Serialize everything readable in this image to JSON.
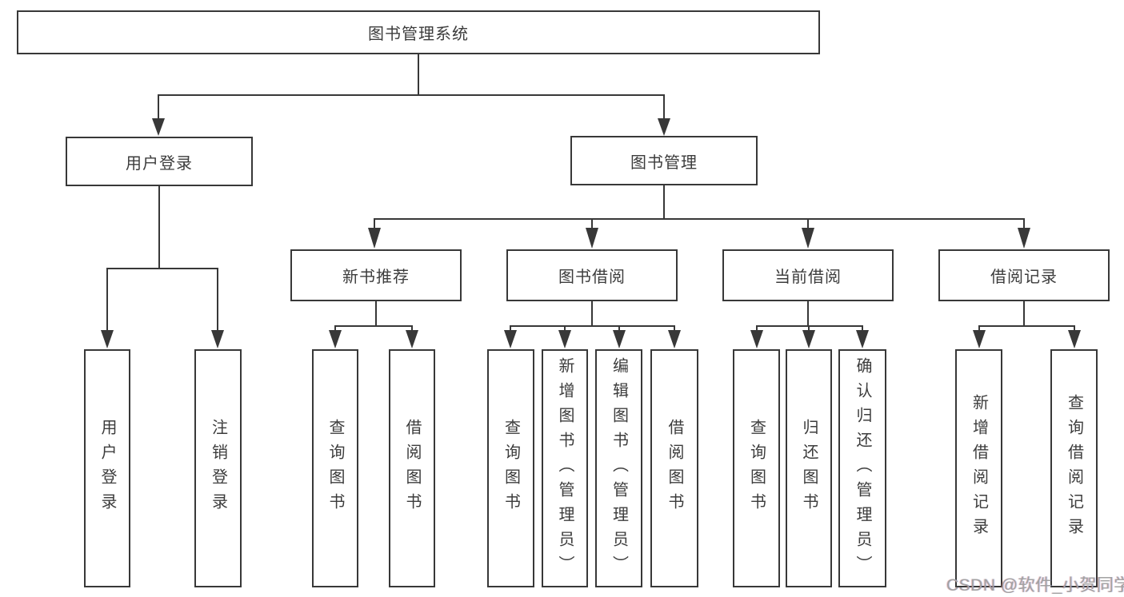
{
  "system": {
    "label": "图书管理系统",
    "children": [
      {
        "label": "用户登录",
        "children": [
          {
            "label": "用户登录"
          },
          {
            "label": "注销登录"
          }
        ]
      },
      {
        "label": "图书管理",
        "children": [
          {
            "label": "新书推荐",
            "children": [
              {
                "label": "查询图书"
              },
              {
                "label": "借阅图书"
              }
            ]
          },
          {
            "label": "图书借阅",
            "children": [
              {
                "label": "查询图书"
              },
              {
                "label": "新增图书（管理员）"
              },
              {
                "label": "编辑图书（管理员）"
              },
              {
                "label": "借阅图书"
              }
            ]
          },
          {
            "label": "当前借阅",
            "children": [
              {
                "label": "查询图书"
              },
              {
                "label": "归还图书"
              },
              {
                "label": "确认归还（管理员）"
              }
            ]
          },
          {
            "label": "借阅记录",
            "children": [
              {
                "label": "新增借阅记录"
              },
              {
                "label": "查询借阅记录"
              }
            ]
          }
        ]
      }
    ]
  },
  "watermark": {
    "text": "CSDN @软件_小贺同学"
  },
  "colors": {
    "line": "#383838",
    "box_border": "#383838",
    "box_background": "#ffffff",
    "text": "#3c3c3c",
    "page_background": "#ffffff",
    "watermark": "#a2a2a2"
  }
}
